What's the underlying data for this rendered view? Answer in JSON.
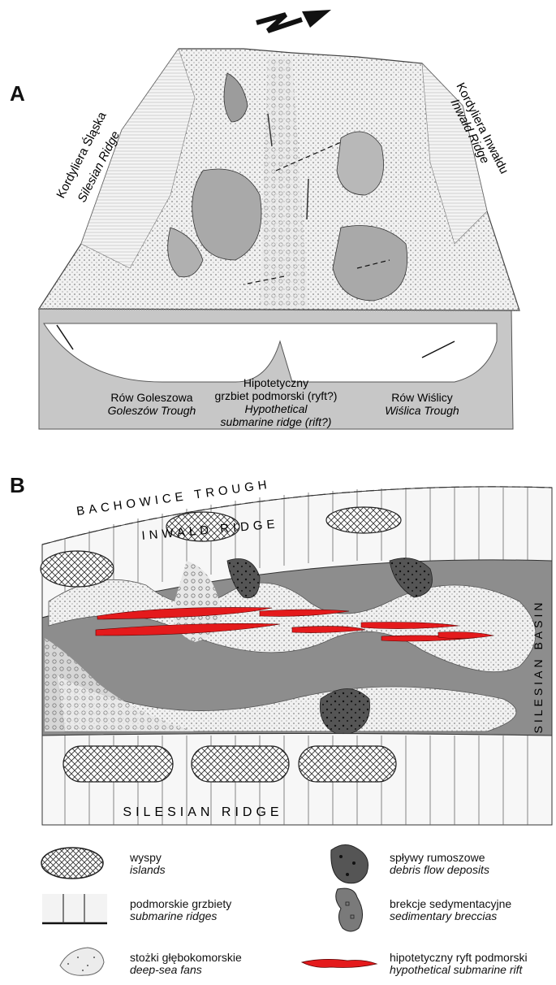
{
  "panel_a": {
    "letter": "A",
    "left_ridge": {
      "pl": "Kordyliera Śląska",
      "en": "Silesian Ridge"
    },
    "right_ridge": {
      "pl": "Kordyliera Inwałdu",
      "en": "Inwałd Ridge"
    },
    "troughs": [
      {
        "pl": "Rów Goleszowa",
        "en": "Goleszów Trough"
      },
      {
        "pl": "Hipotetyczny",
        "pl2": "grzbiet podmorski (ryft?)",
        "en": "Hypothetical",
        "en2": "submarine ridge (rift?)"
      },
      {
        "pl": "Rów Wiślicy",
        "en": "Wiślica Trough"
      }
    ]
  },
  "panel_b": {
    "letter": "B",
    "top_trough": "BACHOWICE  TROUGH",
    "top_ridge": "INWAŁD  RIDGE",
    "basin": "SILESIAN  BASIN",
    "bottom_ridge": "SILESIAN  RIDGE"
  },
  "legend": [
    {
      "pl": "wyspy",
      "en": "islands",
      "icon": "islands-icon"
    },
    {
      "pl": "spływy rumoszowe",
      "en": "debris flow deposits",
      "icon": "debris-flow-icon"
    },
    {
      "pl": "podmorskie grzbiety",
      "en": "submarine ridges",
      "icon": "submarine-ridges-icon"
    },
    {
      "pl": "brekcje sedymentacyjne",
      "en": "sedimentary breccias",
      "icon": "breccias-icon"
    },
    {
      "pl": "stożki głębokomorskie",
      "en": "deep-sea fans",
      "icon": "deep-sea-fans-icon"
    },
    {
      "pl": "hipotetyczny ryft podmorski",
      "en": "hypothetical submarine rift",
      "icon": "rift-icon"
    }
  ],
  "colors": {
    "rift": "#e41a1c",
    "basin": "#8c8c8c",
    "base": "#c8c8c8",
    "fan": "#e6e6e6"
  }
}
